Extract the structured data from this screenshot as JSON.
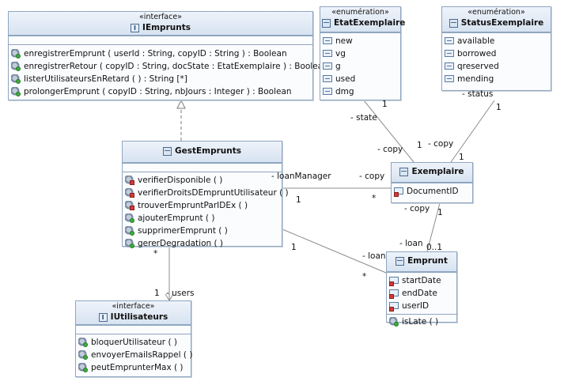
{
  "classes": {
    "iemprunts": {
      "stereotype": "«interface»",
      "name": "IEmprunts",
      "operations": [
        "enregistrerEmprunt ( userId : String, copyID : String ) : Boolean",
        "enregistrerRetour ( copyID : String, docState : EtatExemplaire ) : Boolean",
        "listerUtilisateursEnRetard ( ) : String [*]",
        "prolongerEmprunt ( copyID : String, nbJours : Integer ) : Boolean"
      ]
    },
    "etatexemplaire": {
      "stereotype": "«enumération»",
      "name": "EtatExemplaire",
      "literals": [
        "new",
        "vg",
        "g",
        "used",
        "dmg"
      ]
    },
    "statusexemplaire": {
      "stereotype": "«enumération»",
      "name": "StatusExemplaire",
      "literals": [
        "available",
        "borrowed",
        "qreserved",
        "mending"
      ]
    },
    "gestemprunts": {
      "name": "GestEmprunts",
      "operations": [
        "verifierDisponible ( )",
        "verifierDroitsDEmpruntUtilisateur ( )",
        "trouverEmpruntParIDEx ( )",
        "ajouterEmprunt ( )",
        "supprimerEmprunt ( )",
        "gererDegradation ( )"
      ]
    },
    "exemplaire": {
      "name": "Exemplaire",
      "attributes": [
        "DocumentID"
      ]
    },
    "emprunt": {
      "name": "Emprunt",
      "attributes": [
        "startDate",
        "endDate",
        "userID"
      ],
      "operations": [
        "isLate ( )"
      ]
    },
    "iutilisateurs": {
      "stereotype": "«interface»",
      "name": "IUtilisateurs",
      "operations": [
        "bloquerUtilisateur ( )",
        "envoyerEmailsRappel ( )",
        "peutEmprunterMax ( )"
      ]
    }
  },
  "associations": {
    "state": {
      "role": "- state",
      "mult_enum": "1",
      "mult_copy": "1",
      "copy_role": "- copy"
    },
    "status": {
      "role": "- status",
      "mult_enum": "1",
      "mult_copy": "1",
      "copy_role": "- copy"
    },
    "loanmanager": {
      "role": "- loanManager",
      "mult_gest": "1",
      "copy_role": "- copy",
      "mult_copy": "*"
    },
    "loan_ex": {
      "copy_role": "- copy",
      "mult_copy": "1",
      "loan_role": "- loan",
      "mult_loan": "0..1"
    },
    "loan_gest": {
      "mult_gest": "1",
      "loan_role": "- loan",
      "mult_loan": "*"
    },
    "users": {
      "mult_gest": "*",
      "mult_users": "1",
      "role": "- users"
    }
  }
}
